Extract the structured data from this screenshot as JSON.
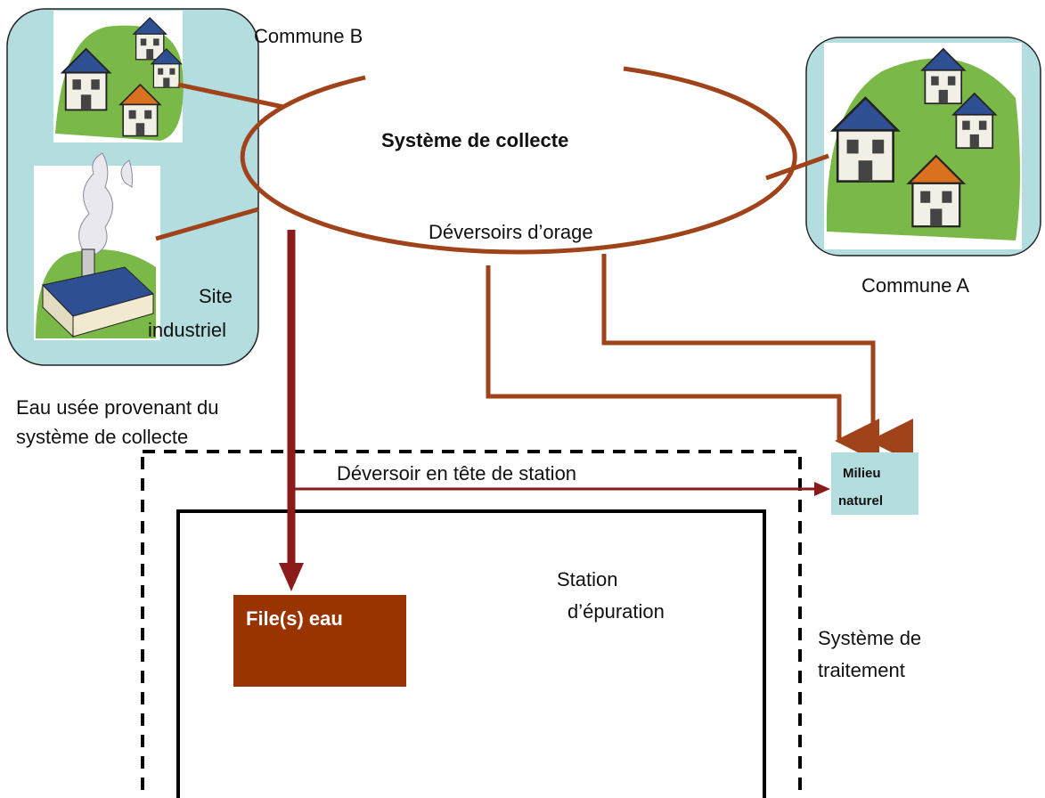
{
  "labels": {
    "commune_b": "Commune B",
    "commune_a": "Commune A",
    "systeme_collecte": "Système de collecte",
    "deversoirs_orage": "Déversoirs d’orage",
    "site_industriel_1": "Site",
    "site_industriel_2": "industriel",
    "eau_usee_1": "Eau usée provenant du",
    "eau_usee_2": "système de collecte",
    "deversoir_tete": "Déversoir en tête de station",
    "milieu_1": "Milieu",
    "milieu_2": "naturel",
    "station_1": "Station",
    "station_2": "d’épuration",
    "file_eau": "File(s) eau",
    "traitement_1": "Système de",
    "traitement_2": "traitement"
  },
  "icons": {
    "commune_b": "village-icon",
    "commune_a": "village-icon",
    "site_industriel": "factory-icon"
  },
  "colors": {
    "pipe": "#a0431a",
    "dark_arrow": "#7a1010",
    "panel": "#b4dde0",
    "milieu_box": "#b4dde0",
    "file_box": "#993300"
  }
}
